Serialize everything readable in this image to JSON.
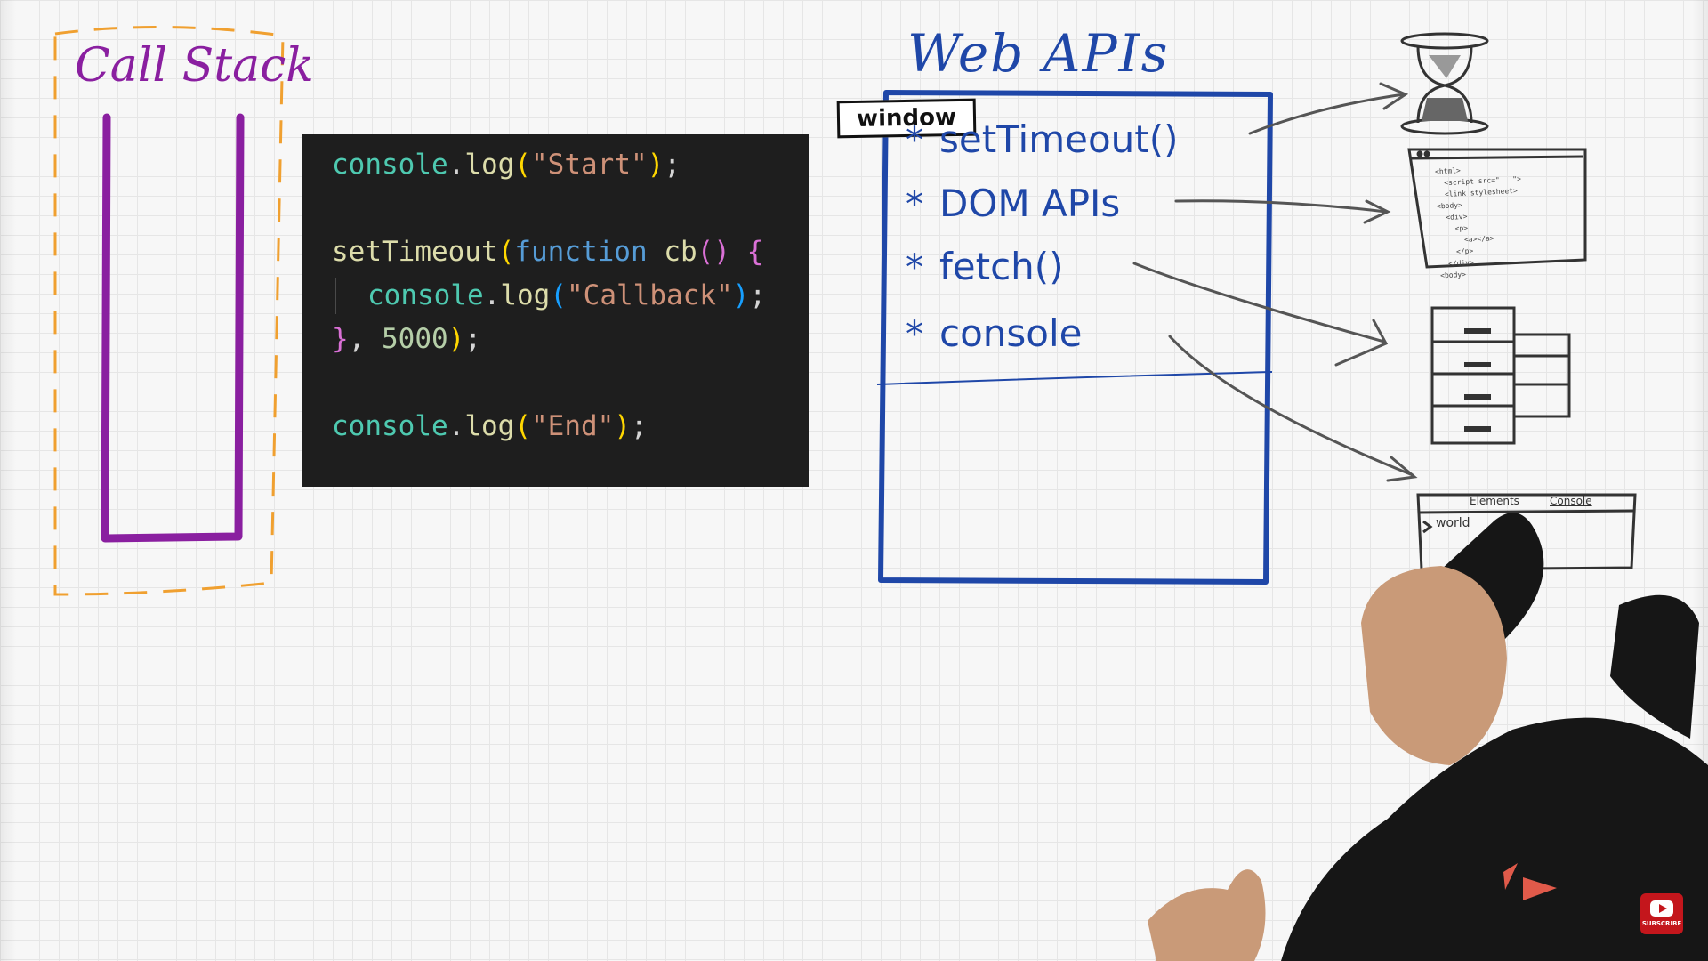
{
  "call_stack": {
    "title": "Call Stack"
  },
  "code": {
    "lines": [
      {
        "tokens": [
          {
            "t": "console",
            "c": "tk-obj"
          },
          {
            "t": ".",
            "c": "tk-punc"
          },
          {
            "t": "log",
            "c": "tk-fn"
          },
          {
            "t": "(",
            "c": "tk-b1"
          },
          {
            "t": "\"Start\"",
            "c": "tk-str"
          },
          {
            "t": ")",
            "c": "tk-b1"
          },
          {
            "t": ";",
            "c": "tk-punc"
          }
        ]
      },
      {
        "tokens": []
      },
      {
        "tokens": [
          {
            "t": "setTimeout",
            "c": "tk-fn"
          },
          {
            "t": "(",
            "c": "tk-b1"
          },
          {
            "t": "function",
            "c": "tk-kw"
          },
          {
            "t": " ",
            "c": "tk-punc"
          },
          {
            "t": "cb",
            "c": "tk-fn"
          },
          {
            "t": "()",
            "c": "tk-b2"
          },
          {
            "t": " ",
            "c": "tk-punc"
          },
          {
            "t": "{",
            "c": "tk-b2"
          }
        ]
      },
      {
        "indent": true,
        "tokens": [
          {
            "t": "console",
            "c": "tk-obj"
          },
          {
            "t": ".",
            "c": "tk-punc"
          },
          {
            "t": "log",
            "c": "tk-fn"
          },
          {
            "t": "(",
            "c": "tk-b3"
          },
          {
            "t": "\"Callback\"",
            "c": "tk-str"
          },
          {
            "t": ")",
            "c": "tk-b3"
          },
          {
            "t": ";",
            "c": "tk-punc"
          }
        ]
      },
      {
        "tokens": [
          {
            "t": "}",
            "c": "tk-b2"
          },
          {
            "t": ", ",
            "c": "tk-punc"
          },
          {
            "t": "5000",
            "c": "tk-num"
          },
          {
            "t": ")",
            "c": "tk-b1"
          },
          {
            "t": ";",
            "c": "tk-punc"
          }
        ]
      },
      {
        "tokens": []
      },
      {
        "tokens": [
          {
            "t": "console",
            "c": "tk-obj"
          },
          {
            "t": ".",
            "c": "tk-punc"
          },
          {
            "t": "log",
            "c": "tk-fn"
          },
          {
            "t": "(",
            "c": "tk-b1"
          },
          {
            "t": "\"End\"",
            "c": "tk-str"
          },
          {
            "t": ")",
            "c": "tk-b1"
          },
          {
            "t": ";",
            "c": "tk-punc"
          }
        ]
      }
    ]
  },
  "web_apis": {
    "title": "Web APIs",
    "window_label": "window",
    "bullet": "*",
    "items": [
      {
        "label": "setTimeout()",
        "icon": "hourglass-icon"
      },
      {
        "label": "DOM APIs",
        "icon": "html-document-icon"
      },
      {
        "label": "fetch()",
        "icon": "server-icon"
      },
      {
        "label": "console",
        "icon": "devtools-console-icon"
      }
    ]
  },
  "devtools_sketch": {
    "tab_elements": "Elements",
    "tab_console": "Console",
    "output": "world"
  },
  "html_sketch": {
    "text": "<html>\n  <script src=\"   \">\n  <link stylesheet>\n<body>\n  <div>\n    <p>\n      <a></a>\n    </p>\n  </div>\n<body>"
  },
  "subscribe": {
    "label": "SUBSCRIBE"
  },
  "colors": {
    "call_stack": "#8a1fa0",
    "web_apis": "#1f47a8",
    "dashed_box": "#f0a030",
    "code_bg": "#1e1e1e",
    "arrows": "#555555"
  }
}
